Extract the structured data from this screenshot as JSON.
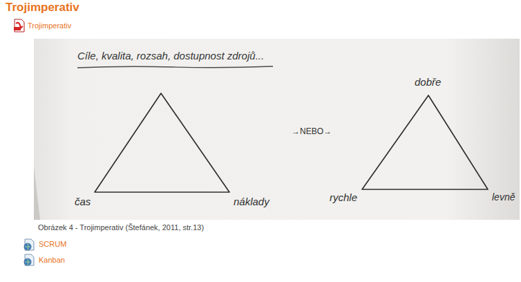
{
  "diagram": {
    "title": "Trojimperativ",
    "caption": "Obrázek 4 - Trojimperativ (Štefánek, 2011, str.13)",
    "labels": [
      "Trojimperativ",
      "Cíle, kvalita, rozsah, dostupnost zdrojů...",
      "čas",
      "náklady",
      "→NEBO→",
      "dobře",
      "rychle",
      "levně",
      "SCRUM",
      "Kanban"
    ]
  }
}
